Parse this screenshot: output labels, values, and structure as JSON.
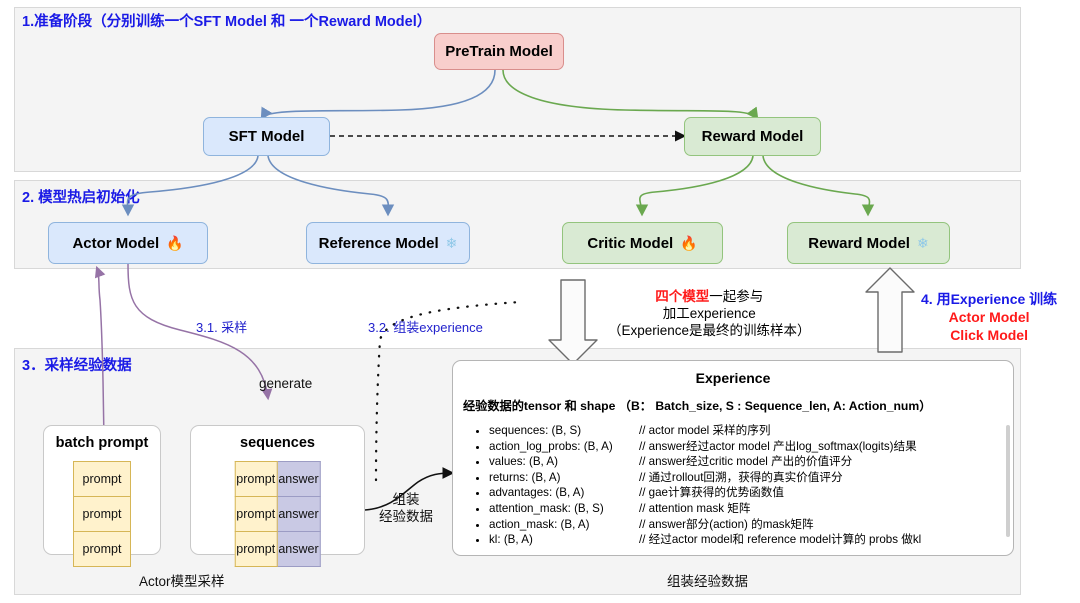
{
  "sections": [
    {
      "id": "s1",
      "title": "1.准备阶段（分别训练一个SFT Model 和 一个Reward Model）"
    },
    {
      "id": "s2",
      "title": "2. 模型热启初始化"
    },
    {
      "id": "s3",
      "title": "3．采样经验数据"
    }
  ],
  "nodes": {
    "pretrain": {
      "label": "PreTrain  Model"
    },
    "sft": {
      "label": "SFT  Model"
    },
    "reward_top": {
      "label": "Reward  Model"
    },
    "actor": {
      "label": "Actor Model",
      "icon": "🔥",
      "icon_name": "fire-icon"
    },
    "reference": {
      "label": "Reference Model",
      "icon": "❄",
      "icon_name": "snowflake-icon"
    },
    "critic": {
      "label": "Critic Model",
      "icon": "🔥",
      "icon_name": "fire-icon"
    },
    "reward2": {
      "label": "Reward Model",
      "icon": "❄",
      "icon_name": "snowflake-icon"
    }
  },
  "edge_labels": {
    "step31": "3.1. 采样",
    "step32": "3.2. 组装experience",
    "generate": "generate",
    "assemble": [
      "组装",
      "经验数据"
    ]
  },
  "notes": {
    "middle": {
      "line1_red": "四个模型",
      "line1_rest": "一起参与",
      "line2": "加工experience",
      "line3": "（Experience是最终的训练样本）"
    },
    "step4": {
      "line1_num": "4. ",
      "line1_blue": "用Experience 训练",
      "line2": "Actor Model",
      "line3": "Click Model"
    }
  },
  "cards": {
    "batch_prompt": {
      "title": "batch prompt",
      "rows": [
        "prompt",
        "prompt",
        "prompt"
      ]
    },
    "sequences": {
      "title": "sequences",
      "rows": [
        {
          "prompt": "prompt",
          "answer": "answer"
        },
        {
          "prompt": "prompt",
          "answer": "answer"
        },
        {
          "prompt": "prompt",
          "answer": "answer"
        }
      ]
    }
  },
  "experience": {
    "title": "Experience",
    "subtitle": "经验数据的tensor 和 shape （B：  Batch_size, S : Sequence_len,  A: Action_num）",
    "items": [
      {
        "name": "sequences: (B, S)",
        "comment": "// actor model 采样的序列"
      },
      {
        "name": "action_log_probs: (B, A)",
        "comment": "// answer经过actor model 产出log_softmax(logits)结果"
      },
      {
        "name": "values: (B, A)",
        "comment": "// answer经过critic model 产出的价值评分"
      },
      {
        "name": "returns: (B, A)",
        "comment": "// 通过rollout回溯，获得的真实价值评分"
      },
      {
        "name": "advantages: (B, A)",
        "comment": "// gae计算获得的优势函数值"
      },
      {
        "name": "attention_mask: (B, S)",
        "comment": "// attention mask 矩阵"
      },
      {
        "name": "action_mask: (B, A)",
        "comment": "// answer部分(action) 的mask矩阵"
      },
      {
        "name": "kl: (B, A)",
        "comment": "// 经过actor model和 reference model计算的 probs 做kl"
      }
    ]
  },
  "captions": {
    "actor_sampling": "Actor模型采样",
    "assemble_exp": "组装经验数据"
  },
  "colors": {
    "blue_fill": "#dae8fc",
    "blue_stroke": "#8fb4dd",
    "green_fill": "#d9ead3",
    "green_stroke": "#93c47d",
    "red_fill": "#f8cecc",
    "red_stroke": "#d98e8c",
    "panel_bg": "#f4f4f4",
    "title_blue": "#1a1ae6",
    "accent_red": "#ff1a1a",
    "purple_edge": "#9673a6",
    "prompt_fill": "#fff2cc",
    "answer_fill": "#c9c9e4"
  }
}
